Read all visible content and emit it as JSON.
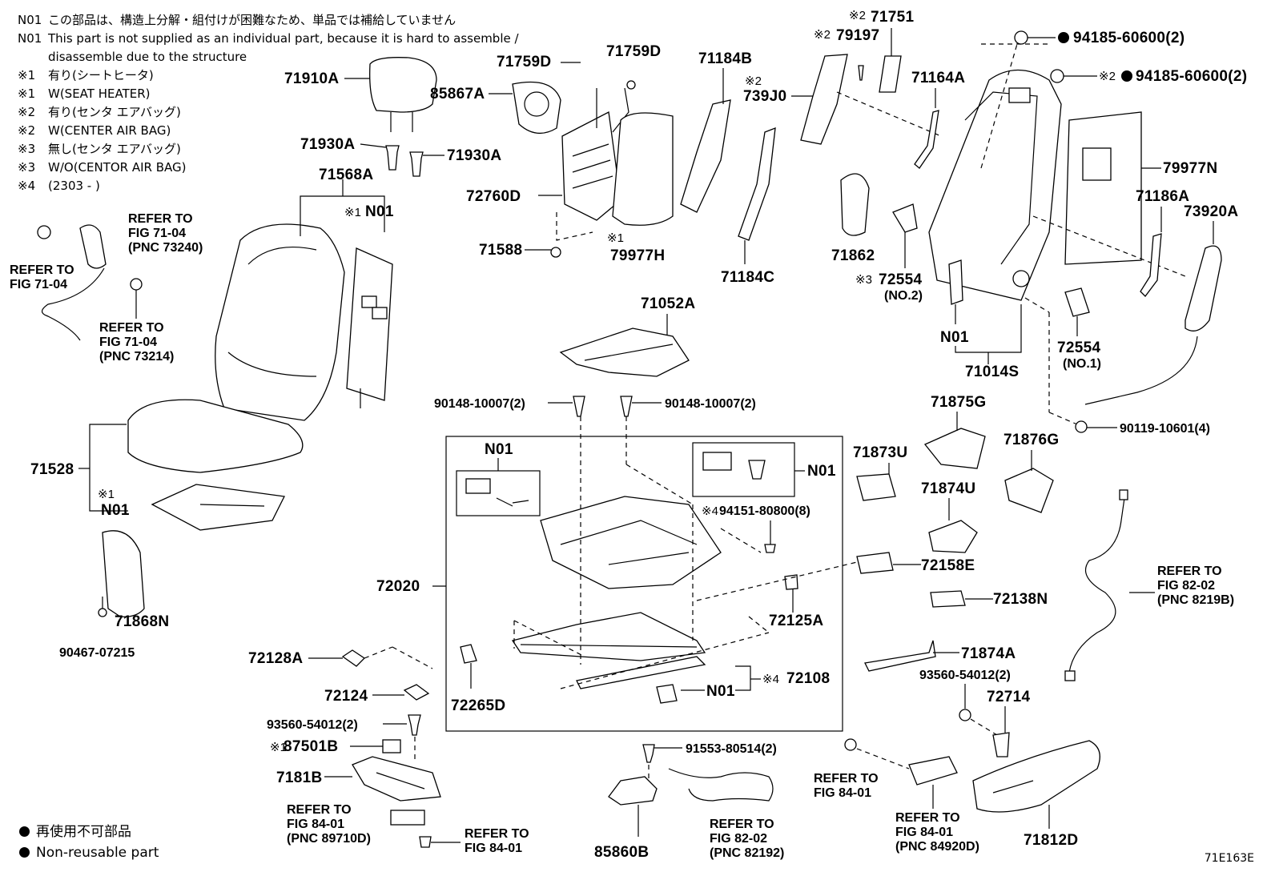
{
  "notes": [
    {
      "code": "N01",
      "text": "この部品は、構造上分解・組付けが困難なため、単品では補給していません"
    },
    {
      "code": "N01",
      "text": "This part is not supplied as an individual part, because it is hard to assemble /"
    },
    {
      "code": "",
      "text": "disassemble due to the structure"
    },
    {
      "code": "※1",
      "text": "有り(シートヒータ)"
    },
    {
      "code": "※1",
      "text": "W(SEAT HEATER)"
    },
    {
      "code": "※2",
      "text": "有り(センタ エアバッグ)"
    },
    {
      "code": "※2",
      "text": "W(CENTER AIR BAG)"
    },
    {
      "code": "※3",
      "text": "無し(センタ エアバッグ)"
    },
    {
      "code": "※3",
      "text": "W/O(CENTOR AIR BAG)"
    },
    {
      "code": "※4",
      "text": "(2303 -        )"
    }
  ],
  "legend": [
    {
      "text": "再使用不可部品"
    },
    {
      "text": "Non-reusable part"
    }
  ],
  "figure_code": "71E163E",
  "labels": {
    "l71910A": "71910A",
    "l71930A_1": "71930A",
    "l71930A_2": "71930A",
    "l71568A": "71568A",
    "l71528": "71528",
    "l71868N": "71868N",
    "l90467": "90467-07215",
    "l85867A": "85867A",
    "l71759D_1": "71759D",
    "l71759D_2": "71759D",
    "l72760D": "72760D",
    "l71588": "71588",
    "l79977H": "79977H",
    "l71184B": "71184B",
    "l71184C": "71184C",
    "l73930": "739J0",
    "l79197": "79197",
    "l71751": "71751",
    "l71164A": "71164A",
    "l71862": "71862",
    "l72554_2": "72554",
    "l72554_2n": "(NO.2)",
    "l72554_1": "72554",
    "l72554_1n": "(NO.1)",
    "lN01_frame": "N01",
    "l71014S": "71014S",
    "l94185_1": "94185-60600(2)",
    "l94185_2": "94185-60600(2)",
    "l79977N": "79977N",
    "l71186A": "71186A",
    "l73920A": "73920A",
    "l90119": "90119-10601(4)",
    "l71052A": "71052A",
    "l90148_1": "90148-10007(2)",
    "l90148_2": "90148-10007(2)",
    "lN01_a": "N01",
    "lN01_b": "N01",
    "lN01_c": "N01",
    "lN01_d": "N01",
    "lN01_e": "N01",
    "l94151": "94151-80800(8)",
    "l72020": "72020",
    "l72125A": "72125A",
    "l72128A": "72128A",
    "l72265D": "72265D",
    "l72108": "72108",
    "l72124": "72124",
    "l93560_1": "93560-54012(2)",
    "l87501B": "87501B",
    "l7181B": "7181B",
    "l91553": "91553-80514(2)",
    "l85860B": "85860B",
    "l71873U": "71873U",
    "l71875G": "71875G",
    "l71876G": "71876G",
    "l71874U": "71874U",
    "l72158E": "72158E",
    "l72138N": "72138N",
    "l71874A": "71874A",
    "l93560_2": "93560-54012(2)",
    "l72714": "72714",
    "l71812D": "71812D"
  },
  "marks": {
    "m1": "※1",
    "m2": "※1",
    "m3": "※1",
    "m4": "※2",
    "m5": "※2",
    "m6": "※2",
    "m7": "※3",
    "m8": "※4",
    "m9": "※4",
    "m10": "※1",
    "m11": "※2"
  },
  "refs": {
    "r1a": "REFER TO",
    "r1b": "FIG 71-04",
    "r1c": "(PNC 73240)",
    "r2a": "REFER TO",
    "r2b": "FIG 71-04",
    "r3a": "REFER TO",
    "r3b": "FIG 71-04",
    "r3c": "(PNC 73214)",
    "r4a": "REFER TO",
    "r4b": "FIG 82-02",
    "r4c": "(PNC 8219B)",
    "r5a": "REFER TO",
    "r5b": "FIG 84-01",
    "r5c": "(PNC 89710D)",
    "r6a": "REFER TO",
    "r6b": "FIG 84-01",
    "r7a": "REFER TO",
    "r7b": "FIG 82-02",
    "r7c": "(PNC 82192)",
    "r8a": "REFER TO",
    "r8b": "FIG 84-01",
    "r9a": "REFER TO",
    "r9b": "FIG 84-01",
    "r9c": "(PNC 84920D)"
  }
}
